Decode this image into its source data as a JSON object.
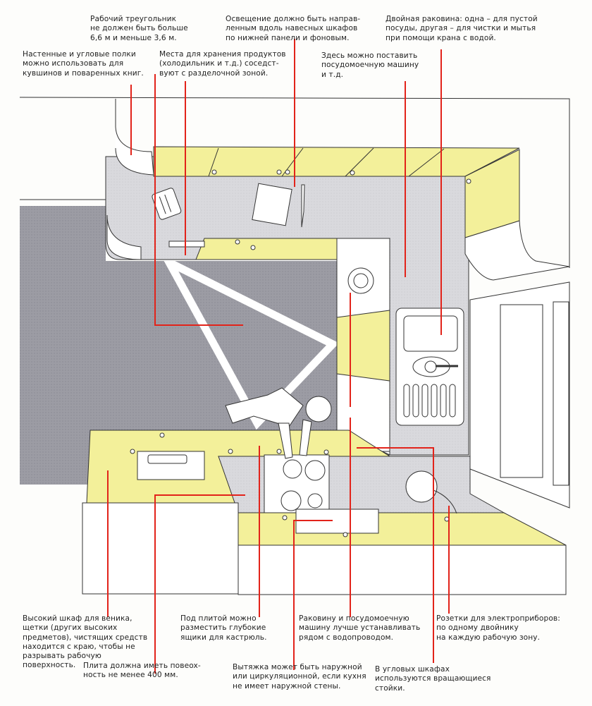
{
  "colors": {
    "yellow": "#f3f09a",
    "floor": "#9c9ca4",
    "counter": "#d9d9dd",
    "red": "#e2231a",
    "line": "#333333"
  },
  "notes": {
    "work_triangle": [
      "Рабочий треугольник",
      "не должен быть больше",
      "6,6 м и меньше 3,6 м."
    ],
    "lighting": [
      "Освещение должно быть направ-",
      "ленным вдоль навесных шкафов",
      "по нижней панели и фоновым."
    ],
    "double_sink": [
      "Двойная раковина: одна – для пустой",
      "посуды, другая – для чистки и мытья",
      "при помощи крана с водой."
    ],
    "shelves": [
      "Настенные и угловые полки",
      "можно использовать для",
      "кувшинов и поваренных книг."
    ],
    "storage": [
      "Места для хранения продуктов",
      "(холодильник и т.д.) соседст-",
      "вуют с разделочной зоной."
    ],
    "dishwasher": [
      "Здесь можно поставить",
      "посудомоечную машину",
      "и т.д."
    ],
    "tall_cabinet": [
      "Высокий шкаф для веника,",
      "щетки (других высоких",
      "предметов), чистящих средств",
      "находится с краю, чтобы не",
      "разрывать рабочую",
      "поверхность."
    ],
    "stove_surface": [
      "Плита должна иметь повеox-",
      "ность не менее 400 мм."
    ],
    "under_stove": [
      "Под плитой можно",
      "разместить глубокие",
      "ящики для кастрюль."
    ],
    "sink_near_water": [
      "Раковину и посудомоечную",
      "машину лучше устанавливать",
      "рядом с водопроводом."
    ],
    "outlets": [
      "Розетки для электроприборов:",
      "по одному двойнику",
      "на каждую рабочую зону."
    ],
    "hood": [
      "Вытяжка может быть наружной",
      "или циркуляционной, если кухня",
      "не имеет наружной стены."
    ],
    "corner_cabinets": [
      "В угловых шкафах",
      "используются вращающиеся",
      "стойки."
    ]
  }
}
